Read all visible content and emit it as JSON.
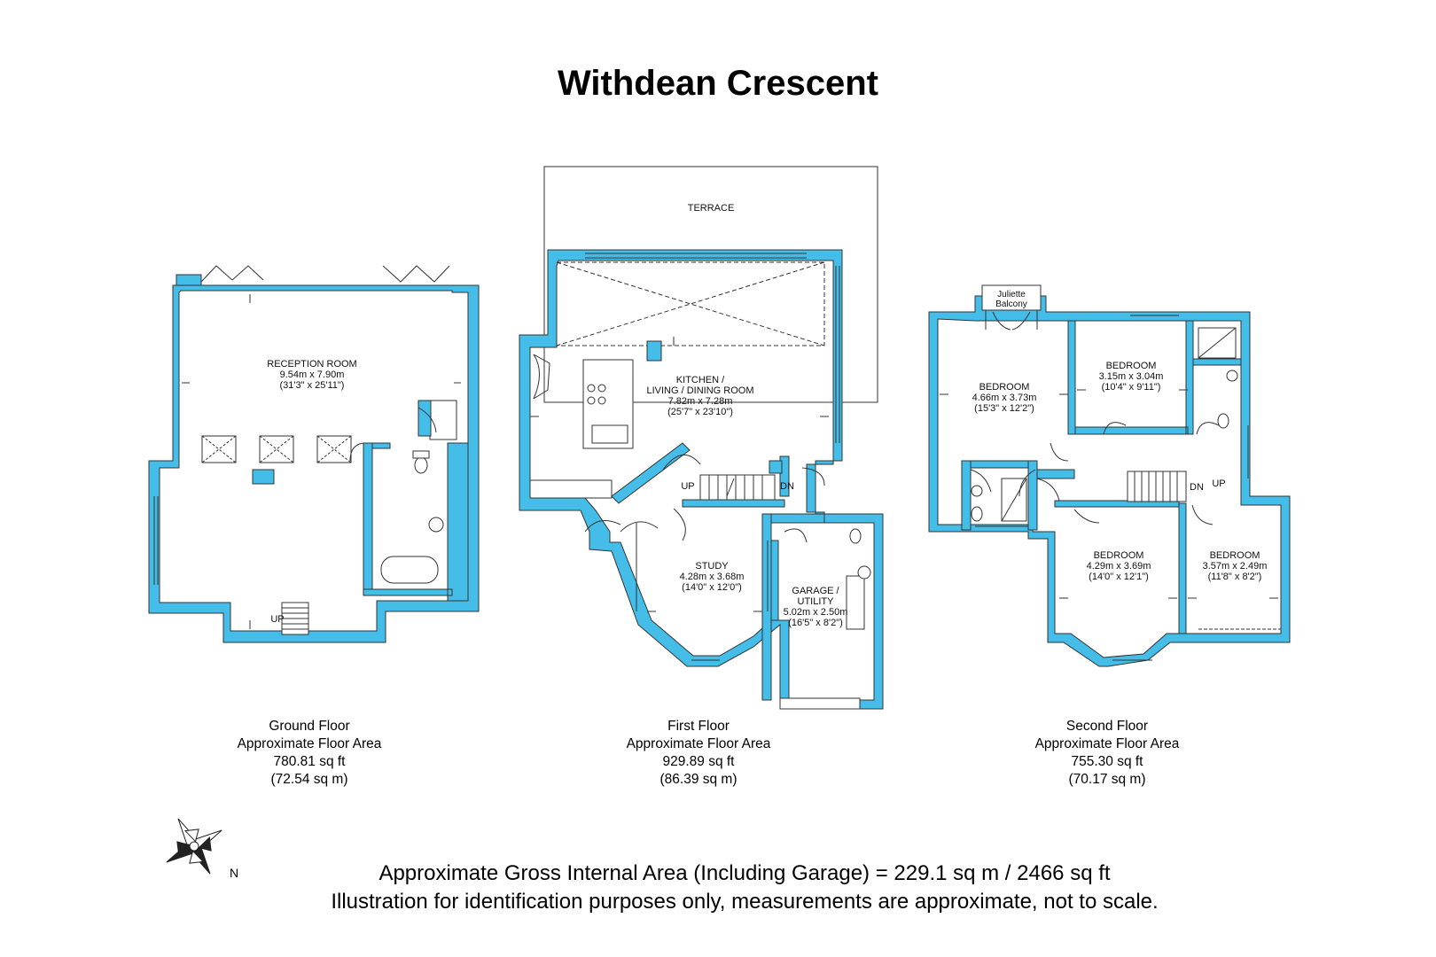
{
  "title": "Withdean Crescent",
  "colors": {
    "wall": "#44bde8",
    "line": "#333333",
    "background": "#ffffff"
  },
  "icons": {
    "compass": "compass-rose-icon"
  },
  "labels": {
    "terrace": "TERRACE",
    "juliette": [
      "Juliette",
      "Balcony"
    ],
    "up": "UP",
    "dn": "DN"
  },
  "rooms": {
    "reception": {
      "name": "RECEPTION ROOM",
      "metric": "9.54m x 7.90m",
      "imperial": "(31'3\" x 25'11\")"
    },
    "kitchen": {
      "name": [
        "KITCHEN /",
        "LIVING / DINING ROOM"
      ],
      "metric": "7.82m x 7.28m",
      "imperial": "(25'7\" x 23'10\")"
    },
    "study": {
      "name": "STUDY",
      "metric": "4.28m x 3.68m",
      "imperial": "(14'0\" x 12'0\")"
    },
    "garage": {
      "name": [
        "GARAGE /",
        "UTILITY"
      ],
      "metric": "5.02m x 2.50m",
      "imperial": "(16'5\" x 8'2\")"
    },
    "bedroom1": {
      "name": "BEDROOM",
      "metric": "4.66m x 3.73m",
      "imperial": "(15'3\" x 12'2\")"
    },
    "bedroom2": {
      "name": "BEDROOM",
      "metric": "3.15m x 3.04m",
      "imperial": "(10'4\" x 9'11\")"
    },
    "bedroom3": {
      "name": "BEDROOM",
      "metric": "4.29m x 3.69m",
      "imperial": "(14'0\" x 12'1\")"
    },
    "bedroom4": {
      "name": "BEDROOM",
      "metric": "3.57m x 2.49m",
      "imperial": "(11'8\" x 8'2\")"
    }
  },
  "floors": {
    "ground": {
      "name": "Ground Floor",
      "label": "Approximate Floor Area",
      "sqft": "780.81 sq ft",
      "sqm": "(72.54 sq m)"
    },
    "first": {
      "name": "First Floor",
      "label": "Approximate Floor Area",
      "sqft": "929.89 sq ft",
      "sqm": "(86.39 sq m)"
    },
    "second": {
      "name": "Second Floor",
      "label": "Approximate Floor Area",
      "sqft": "755.30 sq ft",
      "sqm": "(70.17 sq m)"
    }
  },
  "compass_label": "N",
  "footer": {
    "line1": "Approximate Gross Internal Area (Including Garage) = 229.1 sq m / 2466 sq ft",
    "line2": "Illustration for identification purposes only, measurements are approximate, not to scale."
  }
}
